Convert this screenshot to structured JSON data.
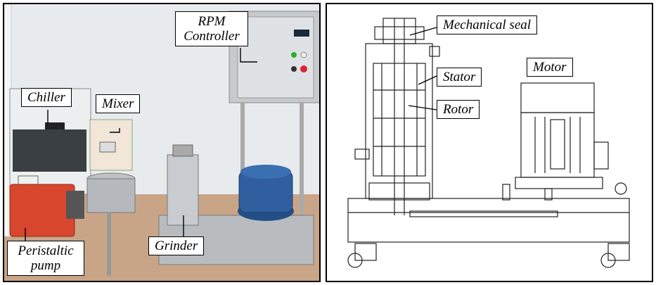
{
  "photo_labels": {
    "rpm_controller": "RPM Controller",
    "chiller": "Chiller",
    "mixer": "Mixer",
    "grinder": "Grinder",
    "peristaltic_pump": "Peristaltic pump"
  },
  "drawing_labels": {
    "mechanical_seal": "Mechanical seal",
    "stator": "Stator",
    "rotor": "Rotor",
    "motor": "Motor"
  },
  "colors": {
    "pump_red": "#d8462e",
    "motor_blue": "#2f5f9e",
    "steel": "#b9bcbf",
    "wall": "#e9ecef",
    "floor": "#c9a588"
  }
}
